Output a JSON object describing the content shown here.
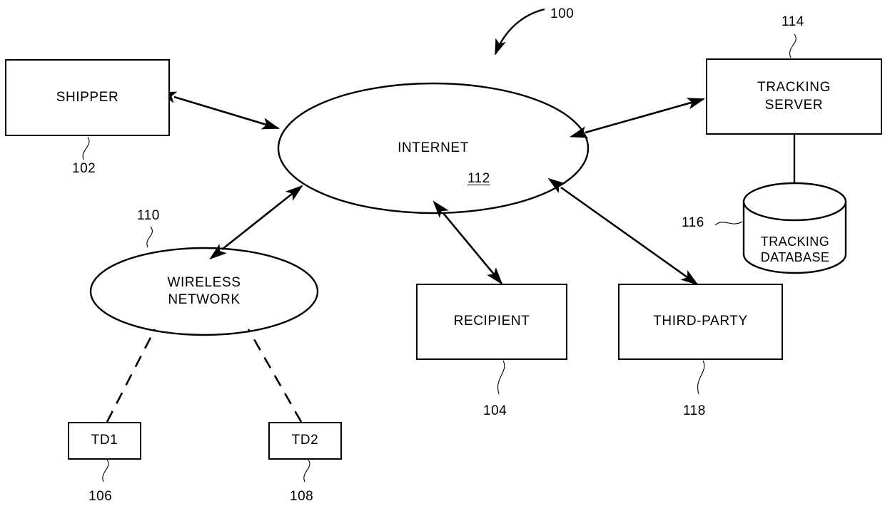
{
  "figure": {
    "figure_ref": "100",
    "background_color": "#ffffff",
    "line_color": "#000000"
  },
  "nodes": {
    "shipper": {
      "label": "SHIPPER",
      "ref": "102",
      "shape": "rectangle"
    },
    "internet": {
      "label": "INTERNET",
      "ref": "112",
      "shape": "ellipse",
      "ref_underlined": true
    },
    "wireless_network": {
      "label": "WIRELESS\nNETWORK",
      "ref": "110",
      "shape": "ellipse"
    },
    "td1": {
      "label": "TD1",
      "ref": "106",
      "shape": "rectangle"
    },
    "td2": {
      "label": "TD2",
      "ref": "108",
      "shape": "rectangle"
    },
    "recipient": {
      "label": "RECIPIENT",
      "ref": "104",
      "shape": "rectangle"
    },
    "third_party": {
      "label": "THIRD-PARTY",
      "ref": "118",
      "shape": "rectangle"
    },
    "tracking_server": {
      "label": "TRACKING\nSERVER",
      "ref": "114",
      "shape": "rectangle"
    },
    "tracking_database": {
      "label": "TRACKING\nDATABASE",
      "ref": "116",
      "shape": "cylinder"
    }
  },
  "connections": [
    {
      "from": "shipper",
      "to": "internet",
      "style": "solid",
      "arrows": "both"
    },
    {
      "from": "wireless_network",
      "to": "internet",
      "style": "solid",
      "arrows": "both"
    },
    {
      "from": "internet",
      "to": "recipient",
      "style": "solid",
      "arrows": "both"
    },
    {
      "from": "internet",
      "to": "third_party",
      "style": "solid",
      "arrows": "both"
    },
    {
      "from": "internet",
      "to": "tracking_server",
      "style": "solid",
      "arrows": "both"
    },
    {
      "from": "td1",
      "to": "wireless_network",
      "style": "dashed",
      "arrows": "none"
    },
    {
      "from": "td2",
      "to": "wireless_network",
      "style": "dashed",
      "arrows": "none"
    },
    {
      "from": "tracking_server",
      "to": "tracking_database",
      "style": "solid",
      "arrows": "none"
    }
  ]
}
